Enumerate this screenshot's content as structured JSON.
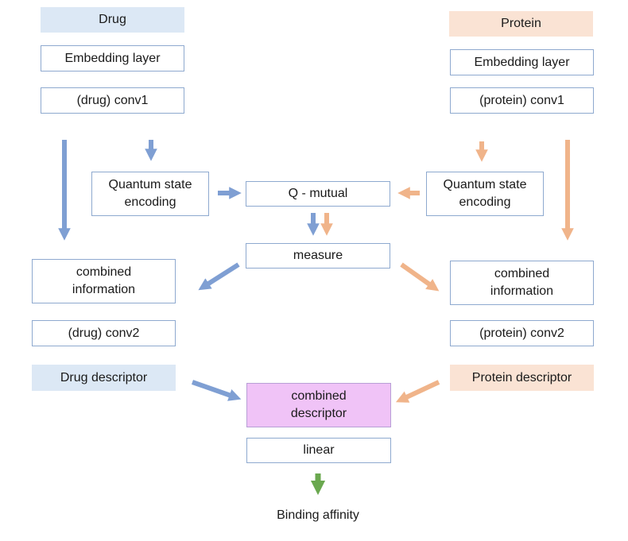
{
  "drug": {
    "title": "Drug",
    "embedding": "Embedding layer",
    "conv1": "(drug) conv1",
    "quantum": "Quantum state encoding",
    "combined": "combined information",
    "conv2": "(drug) conv2",
    "descriptor": "Drug descriptor"
  },
  "protein": {
    "title": "Protein",
    "embedding": "Embedding layer",
    "conv1": "(protein) conv1",
    "quantum": "Quantum state encoding",
    "combined": "combined information",
    "conv2": "(protein) conv2",
    "descriptor": "Protein descriptor"
  },
  "center": {
    "q_mutual": "Q - mutual",
    "measure": "measure",
    "combined_descriptor": "combined descriptor",
    "linear": "linear",
    "output": "Binding affinity"
  },
  "colors": {
    "drug_arrow": "#7f9fd3",
    "protein_arrow": "#f0b48a",
    "output_arrow": "#6aa84f",
    "box_border": "#8ea9cf",
    "drug_fill": "#dce8f5",
    "protein_fill": "#fae3d4",
    "combined_fill": "#f0c3f7"
  }
}
